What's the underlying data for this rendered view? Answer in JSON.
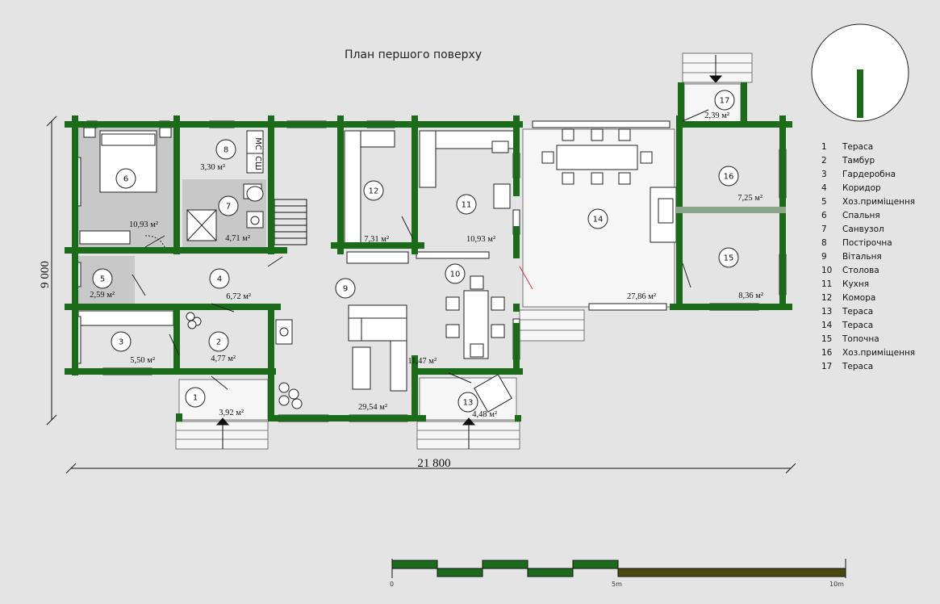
{
  "title": "План першого поверху",
  "dimensions": {
    "width": "21 800",
    "height": "9 000"
  },
  "scale_bar": {
    "start": "0",
    "mid": "5m",
    "end": "10m"
  },
  "colors": {
    "wall": "#1b6b1b",
    "background": "#e4e4e4",
    "floor_gray": "#c8c8c8",
    "compass_needle": "#1b6b1b"
  },
  "rooms": [
    {
      "number": "1",
      "name": "Тераса",
      "area": "3,92 м²"
    },
    {
      "number": "2",
      "name": "Тамбур",
      "area": "4,77 м²"
    },
    {
      "number": "3",
      "name": "Гардеробна",
      "area": "5,50 м²"
    },
    {
      "number": "4",
      "name": "Коридор",
      "area": "6,72 м²"
    },
    {
      "number": "5",
      "name": "Хоз.приміщення",
      "area": "2,59 м²"
    },
    {
      "number": "6",
      "name": "Спальня",
      "area": "10,93 м²"
    },
    {
      "number": "7",
      "name": "Санвузол",
      "area": "4,71 м²"
    },
    {
      "number": "8",
      "name": "Постірочна",
      "area": "3,30 м²"
    },
    {
      "number": "9",
      "name": "Вітальня",
      "area": "29,54 м²"
    },
    {
      "number": "10",
      "name": "Столова",
      "area": "11,47 м²"
    },
    {
      "number": "11",
      "name": "Кухня",
      "area": "10,93 м²"
    },
    {
      "number": "12",
      "name": "Комора",
      "area": "7,31 м²"
    },
    {
      "number": "13",
      "name": "Тераса",
      "area": "4,48 м²"
    },
    {
      "number": "14",
      "name": "Тераса",
      "area": "27,86 м²"
    },
    {
      "number": "15",
      "name": "Топочна",
      "area": "8,36 м²"
    },
    {
      "number": "16",
      "name": "Хоз.приміщення",
      "area": "7,25 м²"
    },
    {
      "number": "17",
      "name": "Тераса",
      "area": "2,39 м²"
    }
  ],
  "fixtures": {
    "wc_label": "МС",
    "shower_label": "СШ"
  }
}
